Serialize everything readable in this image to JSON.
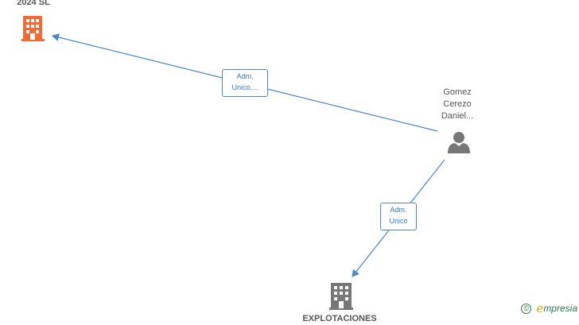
{
  "nodes": {
    "company_top": {
      "label": "2024 SL",
      "icon": "building-icon",
      "color": "#f26a35"
    },
    "person": {
      "label_lines": [
        "Gomez",
        "Cerezo",
        "Daniel..."
      ],
      "icon": "person-icon",
      "color": "#777777"
    },
    "company_bottom": {
      "label": "EXPLOTACIONES",
      "icon": "building-icon",
      "color": "#777777"
    }
  },
  "edges": {
    "to_top": {
      "label_lines": [
        "Adm.",
        "Unico,..."
      ]
    },
    "to_bottom": {
      "label_lines": [
        "Adm.",
        "Unico"
      ]
    }
  },
  "colors": {
    "edge": "#4a86c8"
  },
  "watermark": {
    "symbol": "©",
    "brand_initial": "e",
    "brand_rest": "mpresia"
  }
}
